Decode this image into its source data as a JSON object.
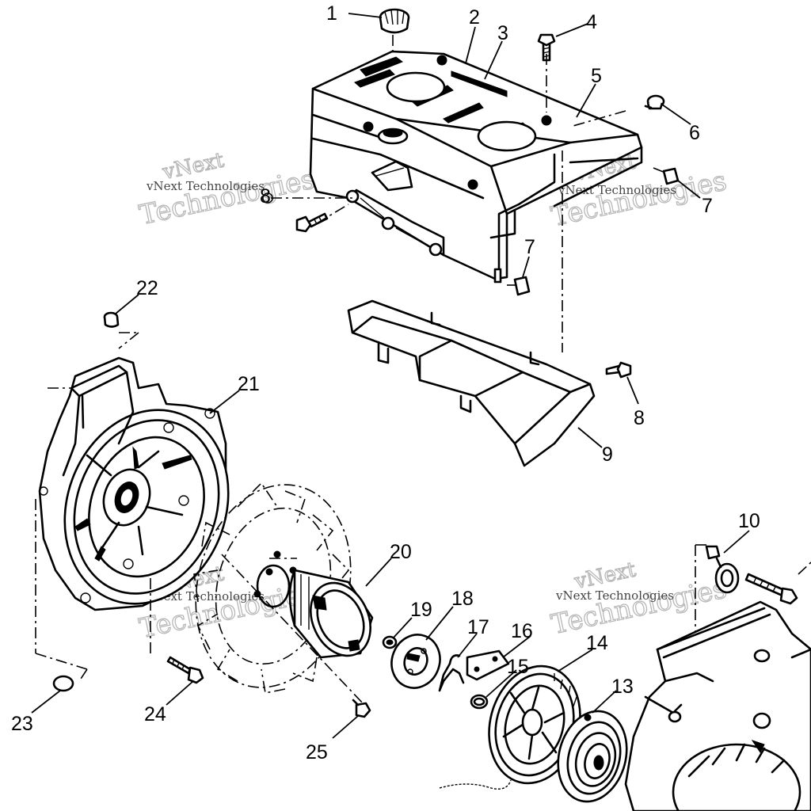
{
  "watermark": {
    "line1": "vNext",
    "line2": "Technologies",
    "small": "vNext Technologies"
  },
  "callouts": {
    "c1": "1",
    "c2": "2",
    "c3": "3",
    "c4": "4",
    "c5": "5",
    "c6": "6",
    "c7a": "7",
    "c7b": "7",
    "c8a": "8",
    "c8b": "8",
    "c9": "9",
    "c10": "10",
    "c13": "13",
    "c14": "14",
    "c15": "15",
    "c16": "16",
    "c17": "17",
    "c18": "18",
    "c19": "19",
    "c20": "20",
    "c21": "21",
    "c22": "22",
    "c23": "23",
    "c24": "24",
    "c25": "25"
  },
  "colors": {
    "ink": "#000000",
    "watermark": "#b8b8b8",
    "background": "#ffffff"
  }
}
